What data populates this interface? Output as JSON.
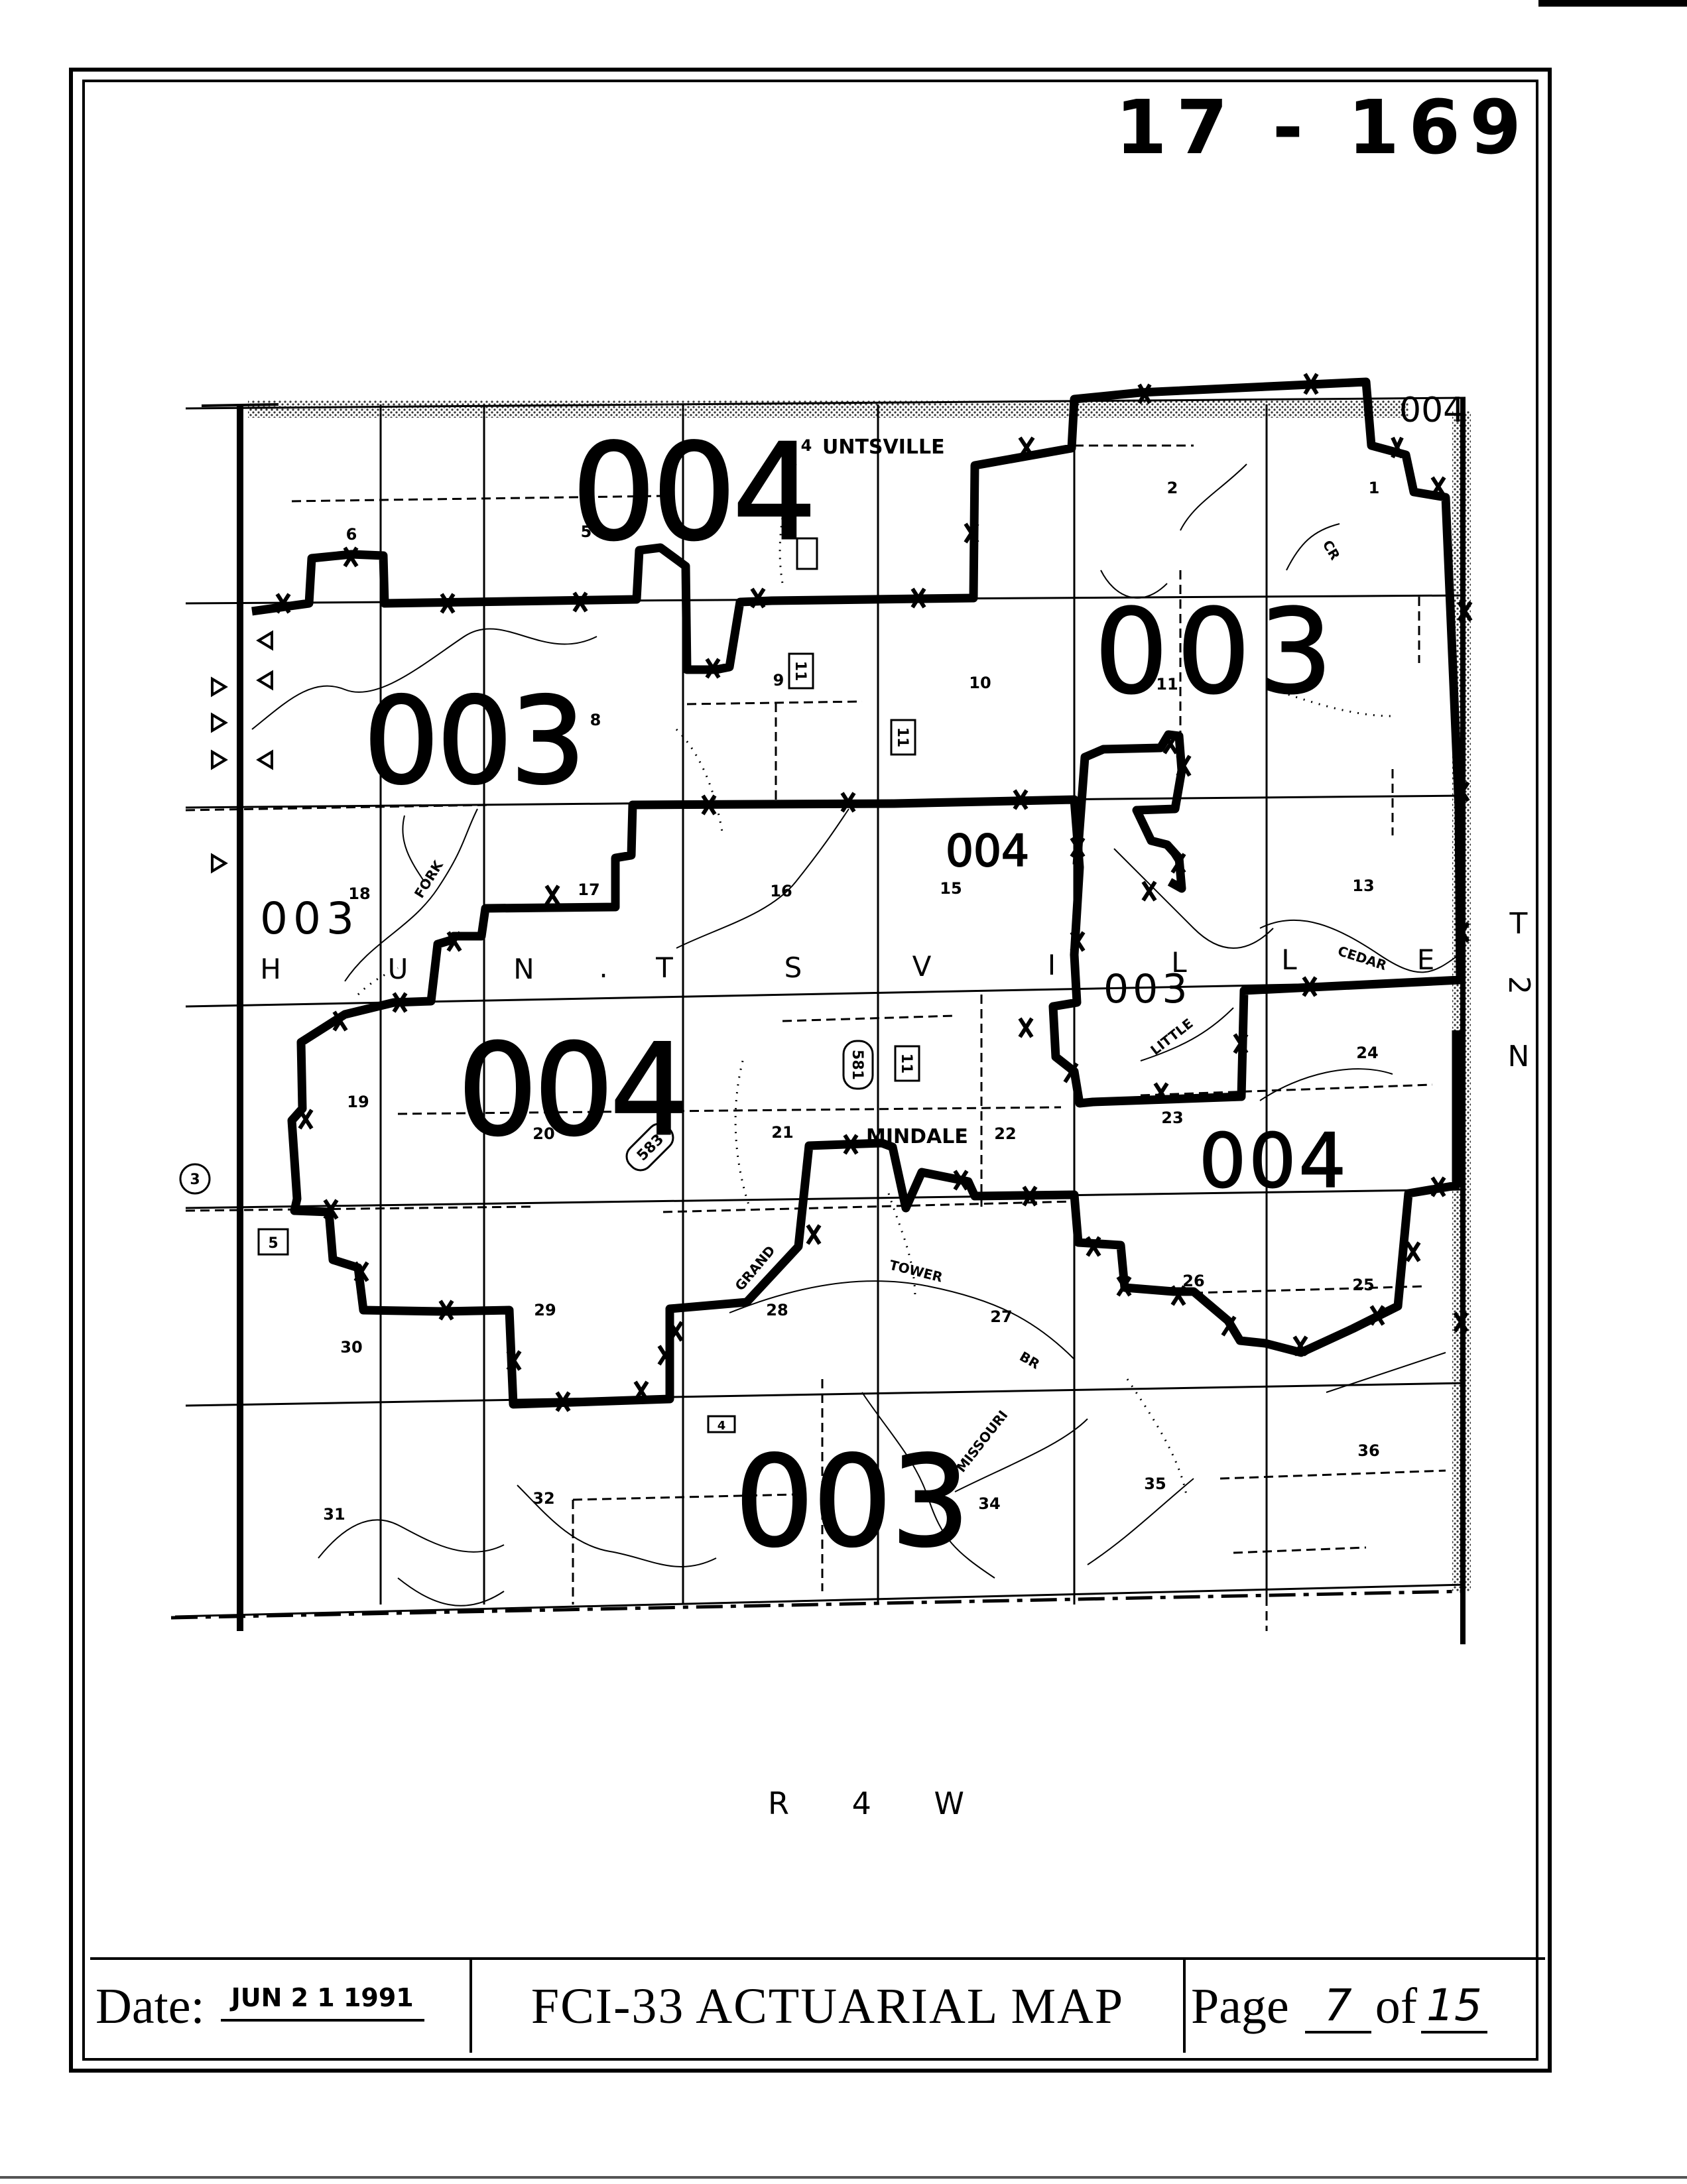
{
  "doc_number": "17 - 169",
  "map": {
    "range_label": "R 4 W",
    "township_letters": [
      "T",
      "2",
      "N"
    ],
    "town_letters": [
      "H",
      "U",
      "N",
      ".",
      "T",
      "S",
      "V",
      "I",
      "L",
      "L",
      "E"
    ],
    "places": {
      "huntsville": "UNTSVILLE",
      "mindale": "MINDALE"
    },
    "streams": {
      "fork": "FORK",
      "cedar": "CEDAR",
      "little": "LITTLE",
      "grand": "GRAND",
      "tower": "TOWER",
      "br": "BR",
      "missouri": "MISSOURI",
      "cr": "CR"
    },
    "routes": {
      "r11a": "11",
      "r11b": "11",
      "r11c": "11",
      "r581": "581",
      "r583": "583",
      "r5": "5",
      "r3": "3",
      "r4": "4"
    },
    "sections": {
      "s1": "1",
      "s2": "2",
      "s4": "4",
      "s5": "5",
      "s6": "6",
      "s8": "8",
      "s9": "9",
      "s10": "10",
      "s11": "11",
      "s13": "13",
      "s15": "15",
      "s16": "16",
      "s17": "17",
      "s18": "18",
      "s19": "19",
      "s20": "20",
      "s21": "21",
      "s22": "22",
      "s23": "23",
      "s24": "24",
      "s25": "25",
      "s26": "26",
      "s27": "27",
      "s28": "28",
      "s29": "29",
      "s30": "30",
      "s31": "31",
      "s32": "32",
      "s34": "34",
      "s35": "35",
      "s36": "36"
    },
    "zone_labels": {
      "z_top_004": "004",
      "z_corner_004": "004",
      "z_ne_003": "003",
      "z_west_003": "003",
      "z_center_004": "004",
      "z_small_003": "003",
      "z_mid_004": "004",
      "z_mid_003": "003",
      "z_east_004": "004",
      "z_south_003": "003"
    }
  },
  "footer": {
    "date_label": "Date:",
    "date_stamp": "JUN 2 1 1991",
    "title": "FCI-33 ACTUARIAL MAP",
    "page_label": "Page",
    "page_number": "7",
    "of_label": "of",
    "page_total": "15"
  }
}
